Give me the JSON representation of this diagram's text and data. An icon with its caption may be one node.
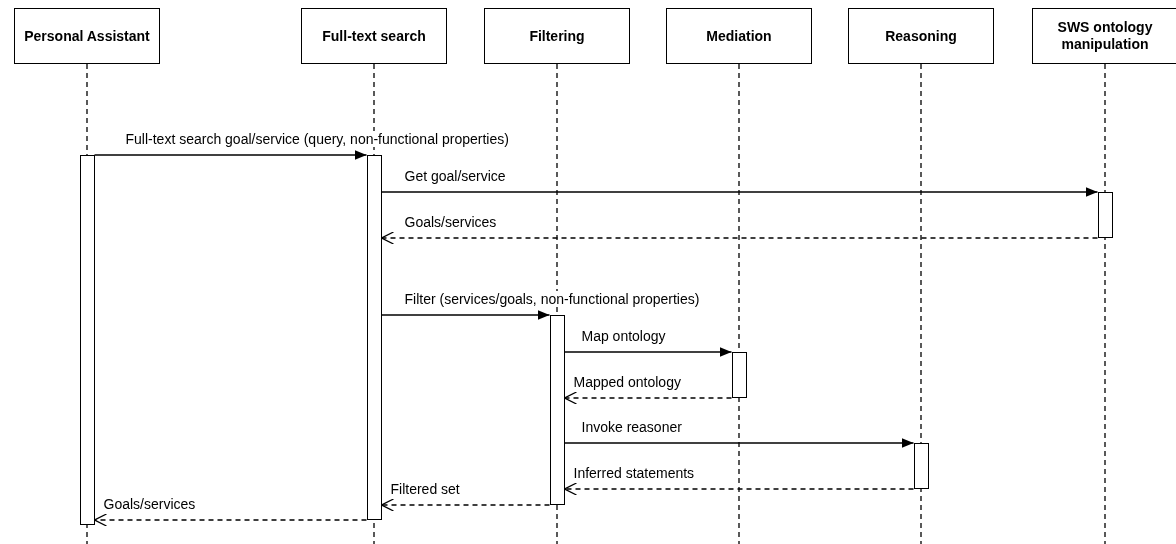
{
  "diagram": {
    "nodes": [
      {
        "text": [
          "Personal Assistant"
        ]
      },
      {
        "text": [
          "Full-text search"
        ]
      },
      {
        "text": [
          "Filtering"
        ]
      },
      {
        "text": [
          "Mediation"
        ]
      },
      {
        "text": [
          "Reasoning"
        ]
      },
      {
        "text": [
          "SWS ontology manipulation"
        ]
      },
      {
        "text": [],
        "shape": "bar"
      },
      {
        "text": [],
        "shape": "bar"
      },
      {
        "text": [],
        "shape": "bar"
      },
      {
        "text": [],
        "shape": "bar"
      },
      {
        "text": [],
        "shape": "bar"
      },
      {
        "text": [],
        "shape": "bar"
      }
    ],
    "edges": [
      {
        "from": 6,
        "to": 7,
        "arrow": "to",
        "label": "Full-text search goal/service (query, non-functional properties)"
      },
      {
        "from": 7,
        "to": 11,
        "arrow": "to",
        "label": "Get goal/service"
      },
      {
        "from": 11,
        "to": 7,
        "arrow": "to",
        "label": "Goals/services",
        "style": "dashed"
      },
      {
        "from": 7,
        "to": 8,
        "arrow": "to",
        "label": "Filter (services/goals, non-functional properties)"
      },
      {
        "from": 8,
        "to": 9,
        "arrow": "to",
        "label": "Map ontology"
      },
      {
        "from": 9,
        "to": 8,
        "arrow": "to",
        "label": "Mapped ontology",
        "style": "dashed"
      },
      {
        "from": 8,
        "to": 10,
        "arrow": "to",
        "label": "Invoke reasoner"
      },
      {
        "from": 10,
        "to": 8,
        "arrow": "to",
        "label": "Inferred statements",
        "style": "dashed"
      },
      {
        "from": 8,
        "to": 7,
        "arrow": "to",
        "label": "Filtered set",
        "style": "dashed"
      },
      {
        "from": 7,
        "to": 6,
        "arrow": "to",
        "label": "Goals/services",
        "style": "dashed"
      }
    ]
  }
}
